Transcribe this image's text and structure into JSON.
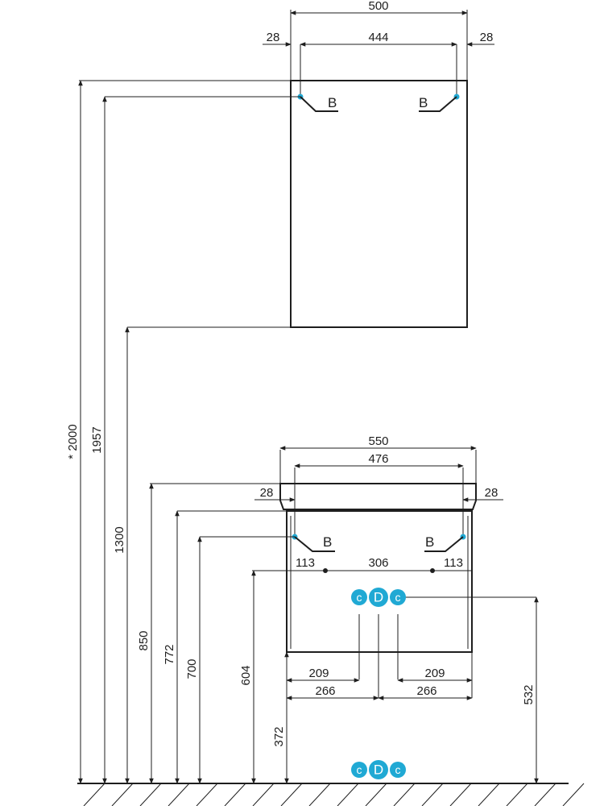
{
  "dimensions": {
    "top_width": "500",
    "top_inner": "444",
    "top_left_offset": "28",
    "top_right_offset": "28",
    "bottom_width": "550",
    "bottom_inner": "476",
    "bottom_left_offset": "28",
    "bottom_right_offset": "28",
    "hole_left": "113",
    "hole_mid": "306",
    "hole_right": "113",
    "half_209_left": "209",
    "half_209_right": "209",
    "half_266_left": "266",
    "half_266_right": "266",
    "h_2000": "* 2000",
    "h_1957": "1957",
    "h_1300": "1300",
    "h_850": "850",
    "h_772": "772",
    "h_700": "700",
    "h_604": "604",
    "h_372": "372",
    "h_532": "532"
  },
  "labels": {
    "hanger_b1": "B",
    "hanger_b2": "B",
    "hanger_b3": "B",
    "hanger_b4": "B",
    "conn_c1": "c",
    "conn_d1": "D",
    "conn_c2": "c",
    "conn_c3": "c",
    "conn_d2": "D",
    "conn_c4": "c"
  },
  "colors": {
    "line": "#1e1e1e",
    "accent": "#20a9d4",
    "background": "#ffffff"
  }
}
